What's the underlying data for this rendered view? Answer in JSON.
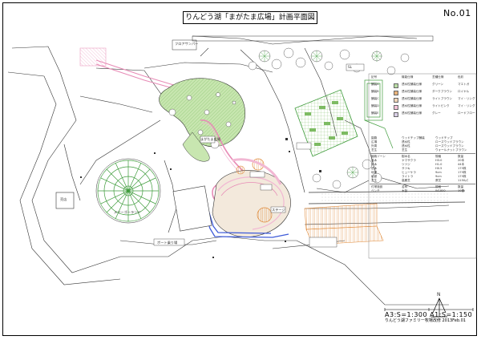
{
  "header": {
    "title": "りんどう湖「まがたま広場」計画平面図",
    "sheet_no": "No.01"
  },
  "scale": {
    "ratio": "A3:S=1:300 A1:S=1:150",
    "project": "りんどう湖ファミリー牧場改修",
    "date": "2013Feb.01"
  },
  "plan_labels": {
    "merry_go_round": "メリーゴーランド",
    "boat_pier": "ボート乗り場",
    "shop": "売店",
    "parking": "フロアサンパー",
    "plaza_core": "まがたま広場",
    "stage": "ステージ",
    "loco": "SL",
    "north": "N"
  },
  "legend": {
    "header": [
      "記号",
      "機能仕様",
      "芝種仕様",
      "色彩"
    ],
    "rows": [
      {
        "name": "舗装A",
        "spec": "透水性舗装仕様",
        "color_name": "グリーン",
        "code": "マエトガ",
        "hex": "#b9dca5"
      },
      {
        "name": "舗装B",
        "spec": "透水性舗装仕様",
        "color_name": "ダークブラウン",
        "code": "ロイヤル",
        "hex": "#e7b27a"
      },
      {
        "name": "舗装C",
        "spec": "透水性舗装仕様",
        "color_name": "ライトブラウン",
        "code": "マイ・リング",
        "hex": "#f1d6b8"
      },
      {
        "name": "舗装D",
        "spec": "透水性舗装仕様",
        "color_name": "ライトピンク",
        "code": "マイ・リング",
        "hex": "#f4c3d8"
      },
      {
        "name": "舗装E",
        "spec": "透水性舗装仕様",
        "color_name": "グレー",
        "code": "ロードフロー",
        "hex": "#d9cfe6"
      }
    ]
  },
  "specs": {
    "block1": [
      [
        "園路",
        "ウッドチップ舗装",
        "ウッドチップ"
      ],
      [
        "広場",
        "透水性",
        "ローズウッドブラウン"
      ],
      [
        "外周",
        "透水性",
        "ローズウッドブラウン"
      ],
      [
        "芝生",
        "芝生",
        "ウォールナットブラウン"
      ]
    ],
    "block2": [
      [
        "植栽ゾーン",
        "樹木名",
        "規格",
        "数量"
      ],
      [
        "高木",
        "ヤマザクラ",
        "H3.0",
        "20本"
      ],
      [
        "中木",
        "ツツジ",
        "H1.0",
        "44本"
      ],
      [
        "低木",
        "サツキ",
        "H0.5",
        "175株"
      ],
      [
        "地被",
        "ヒューケラ",
        "9cm",
        "175株"
      ],
      [
        "地被",
        "ライトラ",
        "9cm",
        "175株"
      ],
      [
        "芝生",
        "高麗芝",
        "張芝",
        "1150㎡"
      ]
    ],
    "block3": [
      [
        "付帯施設",
        "名称",
        "規格",
        "数量"
      ],
      [
        "ベンチ",
        "木製",
        "W1800",
        "10基"
      ]
    ]
  },
  "colors": {
    "lawn": "#c8e6b0",
    "lawn_dark": "#7dbb62",
    "pink": "#f2b7d3",
    "orange": "#e8a060",
    "tan": "#f3d9b3",
    "blue": "#3e5bd8",
    "line": "#333333"
  }
}
